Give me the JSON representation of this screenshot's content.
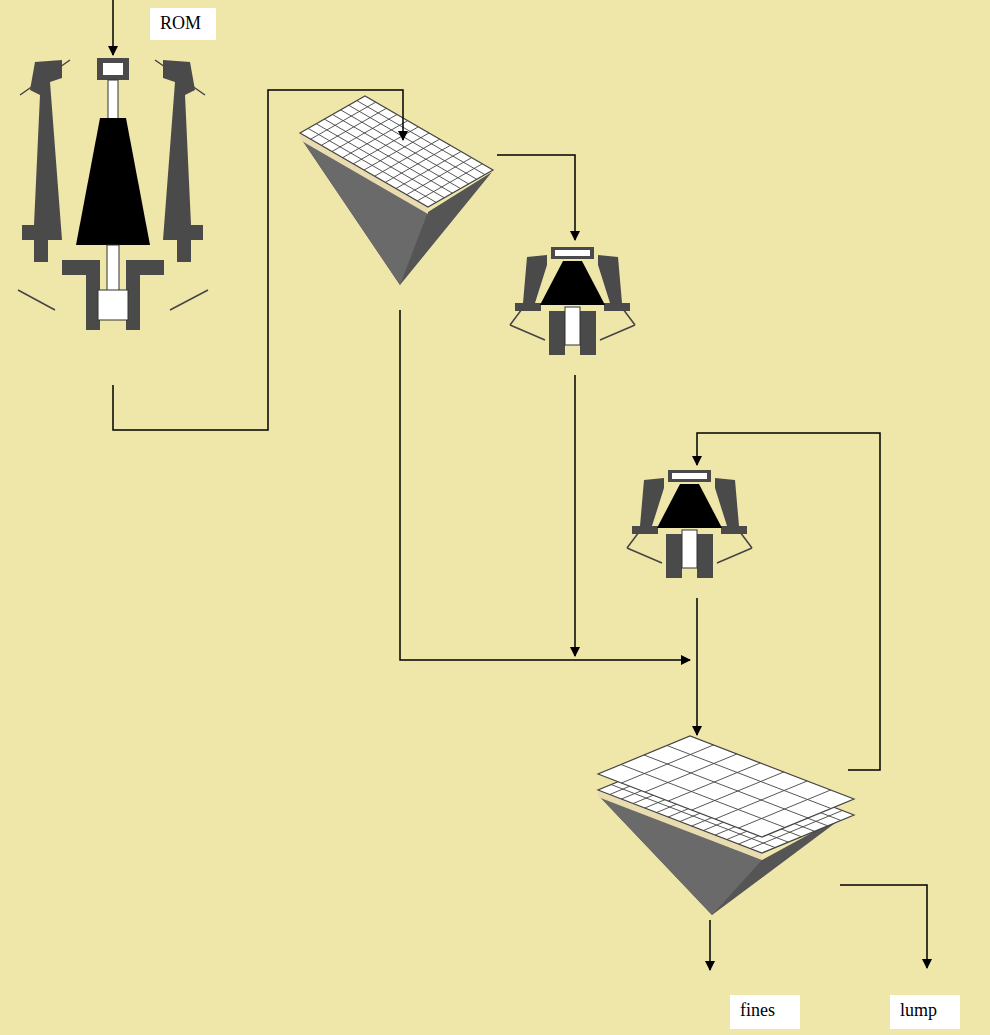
{
  "diagram": {
    "nodes": [
      {
        "text": [
          "ROM"
        ]
      },
      {
        "text": [
          "fines"
        ]
      },
      {
        "text": [
          "lump"
        ]
      }
    ]
  }
}
